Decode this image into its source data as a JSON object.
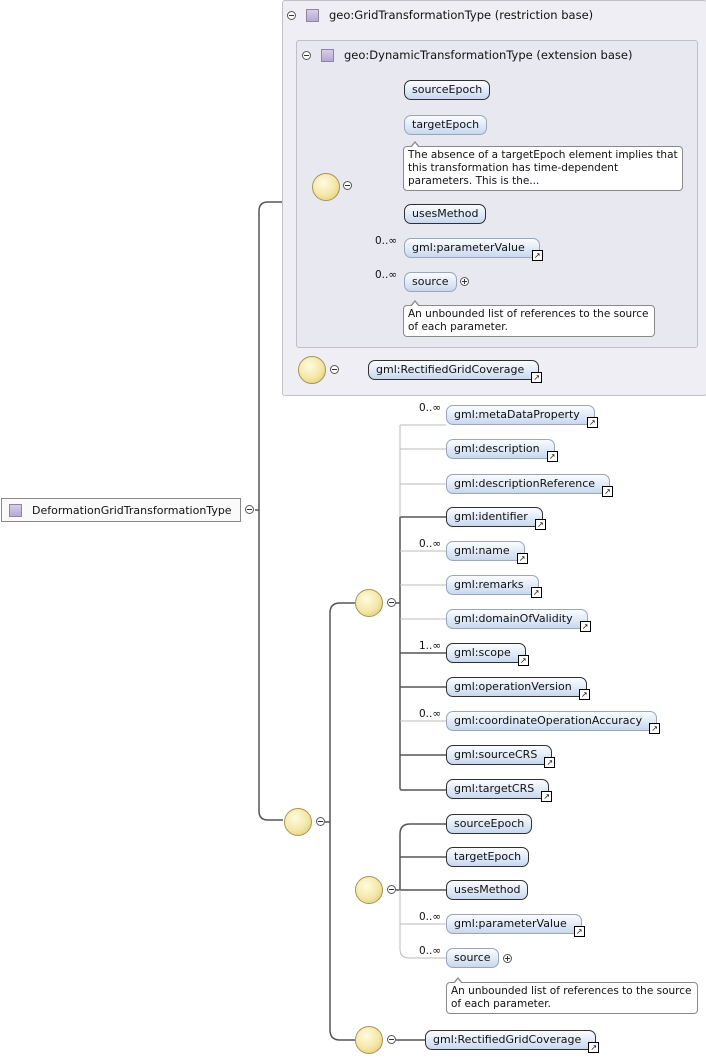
{
  "root": {
    "label": "DeformationGridTransformationType"
  },
  "restriction": {
    "title": "geo:GridTransformationType (restriction base)",
    "extension": {
      "title": "geo:DynamicTransformationType (extension base)",
      "elements": [
        {
          "label": "sourceEpoch",
          "occurs": ""
        },
        {
          "label": "targetEpoch",
          "occurs": ""
        },
        {
          "label": "usesMethod",
          "occurs": ""
        },
        {
          "label": "gml:parameterValue",
          "occurs": "0..∞"
        },
        {
          "label": "source",
          "occurs": "0..∞"
        }
      ],
      "annotation_target_epoch": "The absence of a targetEpoch element implies that this transformation has time-dependent parameters. This is the...",
      "annotation_source": "An unbounded list of references to the source of each parameter."
    },
    "rectified": "gml:RectifiedGridCoverage"
  },
  "sequence1": [
    {
      "label": "gml:metaDataProperty",
      "occurs": "0..∞"
    },
    {
      "label": "gml:description",
      "occurs": ""
    },
    {
      "label": "gml:descriptionReference",
      "occurs": ""
    },
    {
      "label": "gml:identifier",
      "occurs": ""
    },
    {
      "label": "gml:name",
      "occurs": "0..∞"
    },
    {
      "label": "gml:remarks",
      "occurs": ""
    },
    {
      "label": "gml:domainOfValidity",
      "occurs": ""
    },
    {
      "label": "gml:scope",
      "occurs": "1..∞"
    },
    {
      "label": "gml:operationVersion",
      "occurs": ""
    },
    {
      "label": "gml:coordinateOperationAccuracy",
      "occurs": "0..∞"
    },
    {
      "label": "gml:sourceCRS",
      "occurs": ""
    },
    {
      "label": "gml:targetCRS",
      "occurs": ""
    }
  ],
  "sequence2": [
    {
      "label": "sourceEpoch",
      "occurs": ""
    },
    {
      "label": "targetEpoch",
      "occurs": ""
    },
    {
      "label": "usesMethod",
      "occurs": ""
    },
    {
      "label": "gml:parameterValue",
      "occurs": "0..∞"
    },
    {
      "label": "source",
      "occurs": "0..∞"
    }
  ],
  "sequence2_annotation": "An unbounded list of references to the source of each parameter.",
  "bottom_rectified": "gml:RectifiedGridCoverage"
}
